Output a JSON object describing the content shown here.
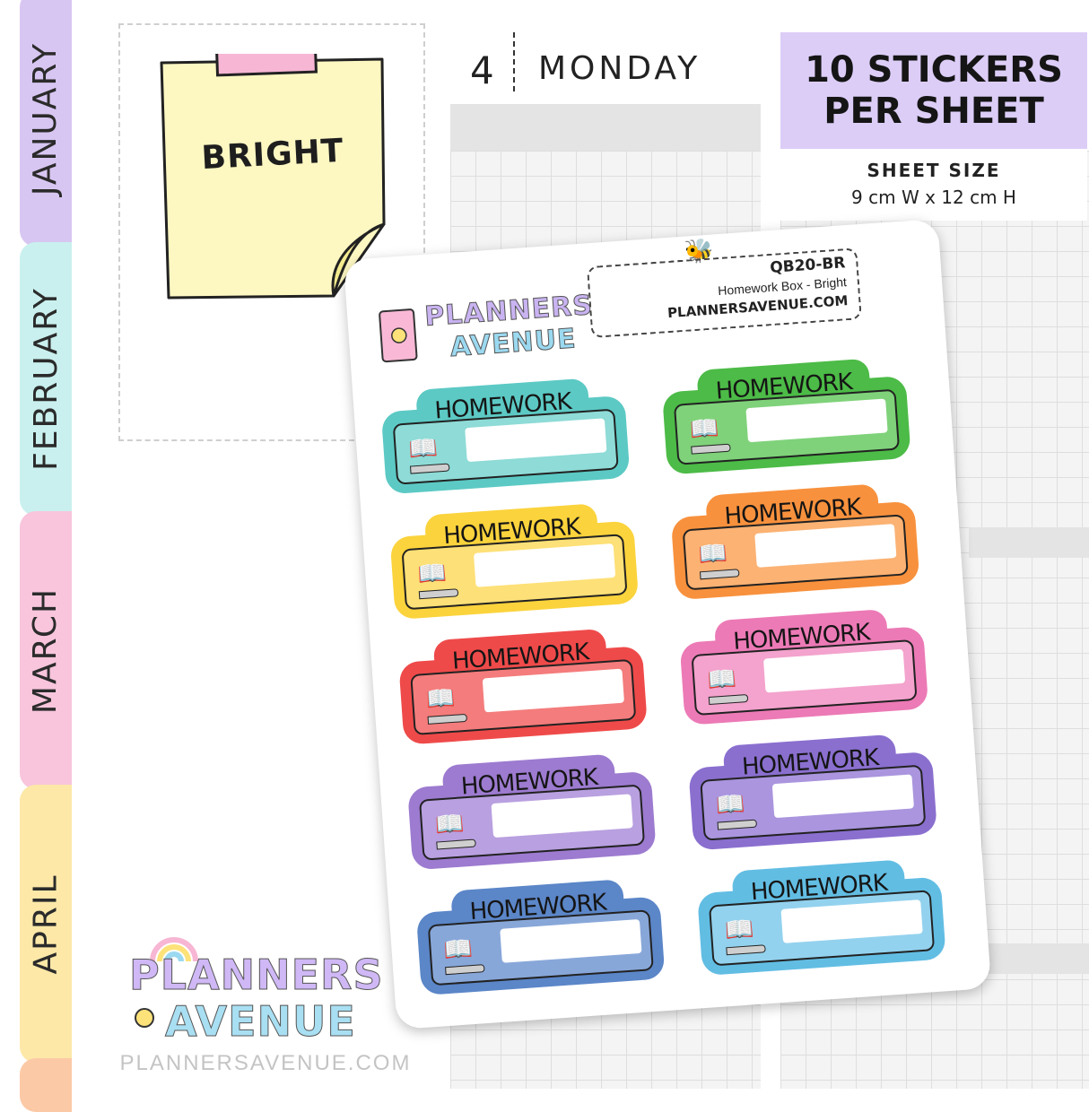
{
  "tabs": [
    "JANUARY",
    "FEBRUARY",
    "MARCH",
    "APRIL"
  ],
  "note": {
    "label": "BRIGHT"
  },
  "day": {
    "number": "4",
    "name": "MONDAY"
  },
  "banner": {
    "line1": "10 STICKERS",
    "line2": "PER SHEET",
    "size_title": "SHEET SIZE",
    "size_value": "9 cm W  x  12 cm H"
  },
  "sheet": {
    "logo_line1": "PLANNERS",
    "logo_line2": "AVENUE",
    "code": "QB20-BR",
    "name": "Homework Box - Bright",
    "url": "PLANNERSAVENUE.COM"
  },
  "stickers": [
    {
      "title": "HOMEWORK",
      "color": "#5cc9c4",
      "inner": "#8edbd7"
    },
    {
      "title": "HOMEWORK",
      "color": "#4cbb47",
      "inner": "#7fd27a"
    },
    {
      "title": "HOMEWORK",
      "color": "#fbd33c",
      "inner": "#fde077"
    },
    {
      "title": "HOMEWORK",
      "color": "#f8913d",
      "inner": "#fbb273"
    },
    {
      "title": "HOMEWORK",
      "color": "#ef4a4a",
      "inner": "#f47c7c"
    },
    {
      "title": "HOMEWORK",
      "color": "#ec7ab6",
      "inner": "#f3a3cd"
    },
    {
      "title": "HOMEWORK",
      "color": "#9d7bd0",
      "inner": "#b9a0e0"
    },
    {
      "title": "HOMEWORK",
      "color": "#8a6fcf",
      "inner": "#aa95de"
    },
    {
      "title": "HOMEWORK",
      "color": "#5b86c8",
      "inner": "#88a7d9"
    },
    {
      "title": "HOMEWORK",
      "color": "#62bde3",
      "inner": "#93d2ee"
    }
  ],
  "footer": {
    "logo_line1": "PLANNERS",
    "logo_line2": "AVENUE",
    "url": "PLANNERSAVENUE.COM"
  }
}
